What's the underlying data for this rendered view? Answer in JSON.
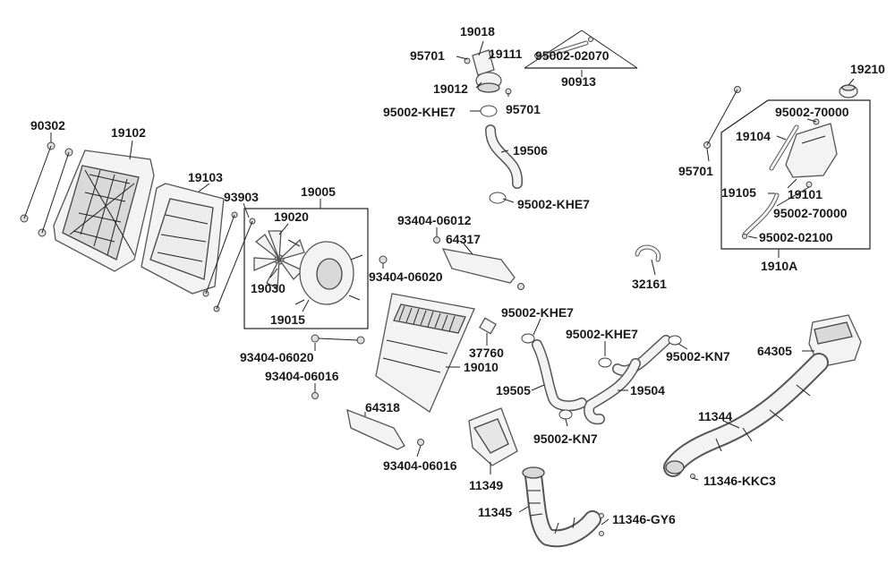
{
  "labels": {
    "p19018": "19018",
    "p95701a": "95701",
    "p19111": "19111",
    "p9500202070": "95002-02070",
    "p19012": "19012",
    "p90913": "90913",
    "p95701b": "95701",
    "p95002khe7a": "95002-KHE7",
    "p19506": "19506",
    "p95002khe7b": "95002-KHE7",
    "p19210": "19210",
    "p9500270000a": "95002-70000",
    "p19104": "19104",
    "p95701c": "95701",
    "p19101": "19101",
    "p19105": "19105",
    "p9500270000b": "95002-70000",
    "p9500202100": "95002-02100",
    "p1910a": "1910A",
    "p90302": "90302",
    "p19102": "19102",
    "p19103": "19103",
    "p93903": "93903",
    "p19005": "19005",
    "p19020": "19020",
    "p19030": "19030",
    "p19015": "19015",
    "p9340406012": "93404-06012",
    "p64317": "64317",
    "p9340406020a": "93404-06020",
    "p32161": "32161",
    "p95002khe7c": "95002-KHE7",
    "p37760": "37760",
    "p95002khe7d": "95002-KHE7",
    "p9340406020b": "93404-06020",
    "p95002kn7a": "95002-KN7",
    "p64305": "64305",
    "p9340406016a": "93404-06016",
    "p19010": "19010",
    "p19505": "19505",
    "p19504": "19504",
    "p64318": "64318",
    "p11344": "11344",
    "p95002kn7b": "95002-KN7",
    "p9340406016b": "93404-06016",
    "p11349": "11349",
    "p11346kkc3": "11346-KKC3",
    "p11345": "11345",
    "p11346gy6": "11346-GY6"
  }
}
